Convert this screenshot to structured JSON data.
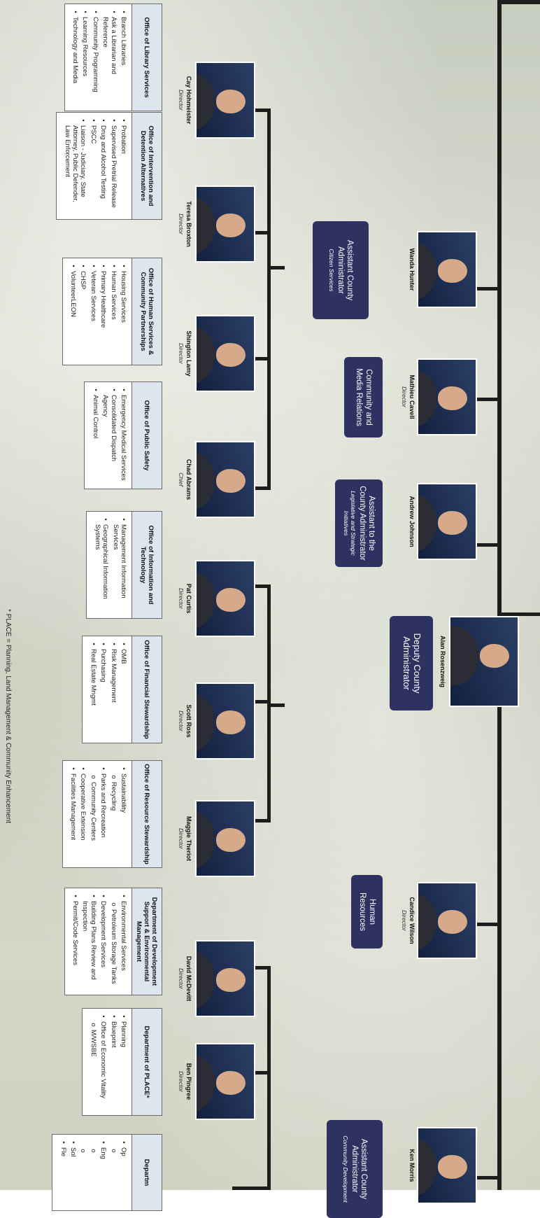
{
  "top_people": [
    {
      "name": "Wanda Hunter"
    },
    {
      "name": "Mathieu Cavell",
      "title": "Director"
    },
    {
      "name": "Andrew Johnson"
    },
    {
      "name": "Alan Rosenzweig"
    },
    {
      "name": "Candice Wilson",
      "title": "Director"
    },
    {
      "name": "Ken Morris"
    }
  ],
  "role_boxes": [
    {
      "title": "Assistant County Administrator",
      "sub": "Citizen Services"
    },
    {
      "title": "Community and Media Relations"
    },
    {
      "title": "Assistant to the County Administrator",
      "sub": "Legislative and Strategic Initiatives"
    },
    {
      "title": "Deputy County Administrator"
    },
    {
      "title": "Human Resources"
    },
    {
      "title": "Assistant County Administrator",
      "sub": "Community Development"
    }
  ],
  "directors": [
    {
      "name": "Cay Hohmeister",
      "title": "Director"
    },
    {
      "name": "Teresa Broxton",
      "title": "Director"
    },
    {
      "name": "Shington Lamy",
      "title": "Director"
    },
    {
      "name": "Chad Abrams",
      "title": "Chief"
    },
    {
      "name": "Pat Curtis",
      "title": "Director"
    },
    {
      "name": "Scott Ross",
      "title": "Director"
    },
    {
      "name": "Maggie Theriot",
      "title": "Director"
    },
    {
      "name": "David McDevitt",
      "title": "Director"
    },
    {
      "name": "Ben Pingree",
      "title": "Director"
    }
  ],
  "departments": [
    {
      "header": "Office of Library Services",
      "items": [
        {
          "text": "Branch Libraries",
          "bullet": "•"
        },
        {
          "text": "Ask a Librarian and Reference",
          "bullet": "•"
        },
        {
          "text": "Community Programming",
          "bullet": "•"
        },
        {
          "text": "Learning Resources",
          "bullet": "•"
        },
        {
          "text": "Technology and Media",
          "bullet": "•"
        }
      ]
    },
    {
      "header": "Office of Intervention and Detention Alternatives",
      "items": [
        {
          "text": "Probation",
          "bullet": "•"
        },
        {
          "text": "Supervised Pretrial Release",
          "bullet": "•"
        },
        {
          "text": "Drug and Alcohol Testing",
          "bullet": "•"
        },
        {
          "text": "PSCC",
          "bullet": "•"
        },
        {
          "text": "Liaison - Judiciary, State Attorney, Public Defender, Law Enforcement",
          "bullet": "•"
        }
      ]
    },
    {
      "header": "Office of Human Services & Community Partnerships",
      "items": [
        {
          "text": "Housing Services",
          "bullet": "•"
        },
        {
          "text": "Human Services",
          "bullet": "•"
        },
        {
          "text": "Primary Healthcare",
          "bullet": "•"
        },
        {
          "text": "Veteran Services",
          "bullet": "•"
        },
        {
          "text": "CHSP",
          "bullet": "•"
        },
        {
          "text": "VolunteerLEON",
          "bullet": "•"
        }
      ]
    },
    {
      "header": "Office of Public Safety",
      "items": [
        {
          "text": "Emergency Medical Services",
          "bullet": "•"
        },
        {
          "text": "Consolidated Dispatch Agency",
          "bullet": "•"
        },
        {
          "text": "Animal Control",
          "bullet": "•"
        }
      ]
    },
    {
      "header": "Office of Information and Technology",
      "items": [
        {
          "text": "Management Information Services",
          "bullet": "•"
        },
        {
          "text": "Geographical Information Systems",
          "bullet": "•"
        }
      ]
    },
    {
      "header": "Office of Financial Stewardship",
      "items": [
        {
          "text": "OMB",
          "bullet": "•"
        },
        {
          "text": "Risk Management",
          "bullet": "•"
        },
        {
          "text": "Purchasing",
          "bullet": "•"
        },
        {
          "text": "Real Estate Mngmt",
          "bullet": "•"
        }
      ]
    },
    {
      "header": "Office of Resource Stewardship",
      "items": [
        {
          "text": "Sustainability",
          "bullet": "•"
        },
        {
          "text": "Recycling",
          "bullet": "o",
          "sub": true
        },
        {
          "text": "Parks and Recreation",
          "bullet": "•"
        },
        {
          "text": "Community Centers",
          "bullet": "o",
          "sub": true
        },
        {
          "text": "Cooperative Extension",
          "bullet": "•"
        },
        {
          "text": "Facilities Management",
          "bullet": "•"
        }
      ]
    },
    {
      "header": "Department of Development Support & Environmental Management",
      "items": [
        {
          "text": "Environmental Services",
          "bullet": "•"
        },
        {
          "text": "Petroleum Storage Tanks",
          "bullet": "o",
          "sub": true
        },
        {
          "text": "Development Services",
          "bullet": "•"
        },
        {
          "text": "Building Plans Review and Inspection",
          "bullet": "•"
        },
        {
          "text": "Permit/Code Services",
          "bullet": "•"
        }
      ]
    },
    {
      "header": "Department of PLACE*",
      "items": [
        {
          "text": "Planning",
          "bullet": "•"
        },
        {
          "text": "Blueprint",
          "bullet": "•"
        },
        {
          "text": "Office of Economic Vitality",
          "bullet": "•"
        },
        {
          "text": "M/WSBE",
          "bullet": "o",
          "sub": true
        }
      ]
    },
    {
      "header": "Departm",
      "items": [
        {
          "text": "Op",
          "bullet": "•"
        },
        {
          "text": "",
          "bullet": "o",
          "sub": true
        },
        {
          "text": "Eng",
          "bullet": "•"
        },
        {
          "text": "",
          "bullet": "o",
          "sub": true
        },
        {
          "text": "",
          "bullet": "o",
          "sub": true
        },
        {
          "text": "Sol",
          "bullet": "•"
        },
        {
          "text": "Fle",
          "bullet": "•"
        }
      ]
    }
  ],
  "footnote": "* PLACE = Planning, Land Management & Community Enhancement",
  "colors": {
    "navy": "#2e3261",
    "dept_header": "#dde6ef",
    "line": "#1d1d1d"
  }
}
